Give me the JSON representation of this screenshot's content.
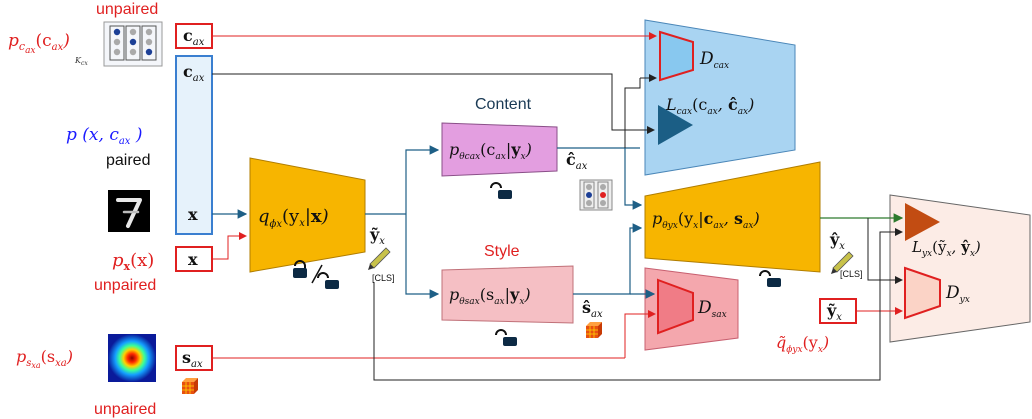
{
  "labels": {
    "unpaired_top": "unpaired",
    "unpaired_mid": "unpaired",
    "unpaired_bottom": "unpaired",
    "paired": "paired",
    "content_title": "Content",
    "style_title": "Style",
    "cls_left": "[CLS]",
    "cls_right": "[CLS]",
    "k_sub": "K"
  },
  "math": {
    "p_c_prior": "p",
    "p_c_prior_sub": "c",
    "p_c_prior_arg": "(c",
    "c_in_top": "c",
    "c_in_stack": "c",
    "x_in_stack": "x",
    "x_in_box": "x",
    "s_in_box": "s",
    "p_joint": "p (x, c",
    "p_x": "p",
    "p_x_arg": "(x)",
    "p_s": "p",
    "p_s_arg": "(s",
    "encoder": "q",
    "encoder_arg": "(y",
    "y_tilde": "ỹ",
    "content_dec": "p",
    "content_dec_arg": "(c",
    "c_hat": "ĉ",
    "style_dec": "p",
    "style_dec_arg": "(s",
    "s_hat": "ŝ",
    "y_dec": "p",
    "y_dec_arg": "(y",
    "y_hat": "ŷ",
    "d_c": "D",
    "l_c": "L",
    "l_c_arg": "(c",
    "d_s": "D",
    "l_y": "L",
    "l_y_arg": "(ỹ",
    "d_y": "D",
    "y_tilde_box": "ỹ",
    "q_tilde": "q̃",
    "q_tilde_arg": "(y"
  },
  "colors": {
    "red": "#e02020",
    "blue": "#1a1aff",
    "stack_border": "#3a7fd0",
    "stack_fill": "#e6f2fb",
    "encoder_fill": "#f7b500",
    "content_dec_fill": "#e39ee0",
    "style_dec_fill": "#f5bfc4",
    "disc_panel_c": "#a9d4f2",
    "disc_panel_s": "#f4a7ad",
    "disc_panel_y": "#fcece6",
    "arrow_dark": "#1e5f86",
    "arrow_green": "#2d7a2d",
    "triangle_c": "#1b5e85",
    "triangle_y": "#c24c12",
    "d_c_fill": "#88c8ef",
    "d_s_fill": "#f07c86",
    "d_y_fill": "#fbd3c6"
  },
  "icons": [
    "matrix-icon",
    "digit-seven-icon",
    "gaussian-blob-icon",
    "cube-icon",
    "lock-icon",
    "unlock-icon",
    "slider-icon",
    "pencil-icon"
  ]
}
